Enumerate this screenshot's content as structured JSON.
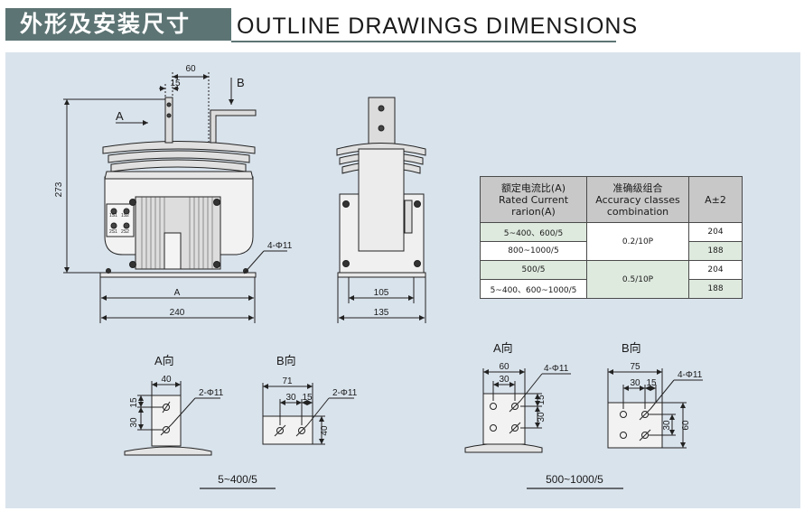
{
  "header": {
    "title_cn": "外形及安装尺寸",
    "title_en": "OUTLINE DRAWINGS DIMENSIONS"
  },
  "front_view": {
    "dim_top_60": "60",
    "dim_top_15": "15",
    "label_a": "A",
    "label_b": "B",
    "dim_height": "273",
    "hole_note": "4-Φ11",
    "dim_a": "A",
    "dim_width": "240",
    "terminal_labels": [
      "1S1",
      "1S2",
      "2S1",
      "2S2"
    ]
  },
  "side_view": {
    "dim_inner": "105",
    "dim_outer": "135"
  },
  "spec_table": {
    "headers": [
      [
        "额定电流比(A)",
        "Rated Current",
        "rarion(A)"
      ],
      [
        "准确级组合",
        "Accuracy classes",
        "combination"
      ],
      [
        "A±2"
      ]
    ],
    "rows": [
      {
        "ratio": "5~400、600/5",
        "accuracy": "0.2/10P",
        "a": "204"
      },
      {
        "ratio": "800~1000/5",
        "accuracy": "",
        "a": "188"
      },
      {
        "ratio": "500/5",
        "accuracy": "0.5/10P",
        "a": "204"
      },
      {
        "ratio": "5~400、600~1000/5",
        "accuracy": "",
        "a": "188"
      }
    ]
  },
  "detail_small": {
    "caption": "5~400/5",
    "view_a": {
      "title": "A向",
      "dim_40": "40",
      "dim_30": "30",
      "dim_15": "15",
      "hole_note": "2-Φ11"
    },
    "view_b": {
      "title": "B向",
      "dim_71": "71",
      "dim_30": "30",
      "dim_15": "15",
      "dim_40": "40",
      "hole_note": "2-Φ11"
    }
  },
  "detail_large": {
    "caption": "500~1000/5",
    "view_a": {
      "title": "A向",
      "dim_60": "60",
      "dim_30_top": "30",
      "dim_15": "15",
      "dim_30_side": "30",
      "hole_note": "4-Φ11"
    },
    "view_b": {
      "title": "B向",
      "dim_75": "75",
      "dim_30": "30",
      "dim_15": "15",
      "dim_30_side": "30",
      "dim_60": "60",
      "hole_note": "4-Φ11"
    }
  }
}
